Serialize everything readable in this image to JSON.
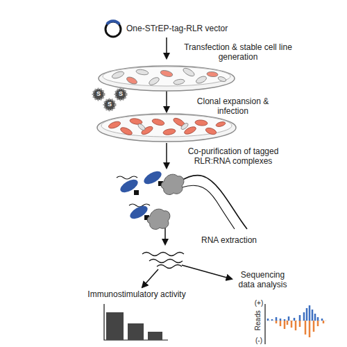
{
  "diagram": {
    "labels": [
      "One-STrEP-tag-RLR vector",
      "Transfection & stable cell line generation",
      "S",
      "S",
      "S",
      "Clonal expansion & infection",
      "Co-purification of tagged RLR:RNA complexes",
      "RNA extraction",
      "Immunostimulatory activity",
      "Sequencing data analysis",
      "(+)",
      "Reads",
      "(-)"
    ]
  }
}
